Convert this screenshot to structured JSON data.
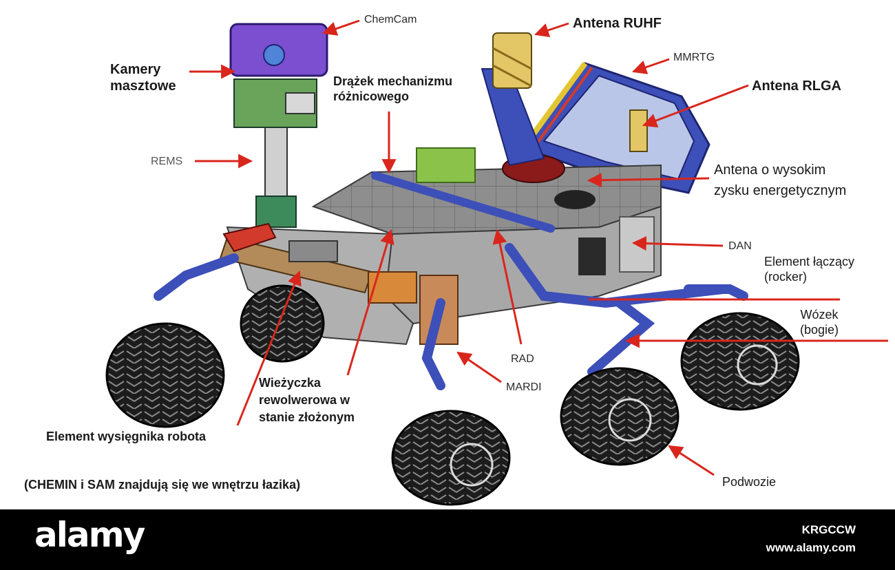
{
  "colors": {
    "arrow": "#d9261c",
    "background": "#ffffff",
    "footer": "#000000",
    "mast_head": "#7b4fd0",
    "structure_blue": "#3d4fb8",
    "body_gray": "#9c9c9c",
    "wheel": "#1c1c1c"
  },
  "labels": {
    "chemcam": "ChemCam",
    "antena_ruhf": "Antena RUHF",
    "kamery_1": "Kamery",
    "kamery_2": "masztowe",
    "mmrtg": "MMRTG",
    "antena_rlga": "Antena RLGA",
    "drazek_1": "Drążek mechanizmu",
    "drazek_2": "różnicowego",
    "rems": "REMS",
    "antena_hg_1": "Antena o wysokim",
    "antena_hg_2": "zysku energetycznym",
    "dan": "DAN",
    "rocker_1": "Element łączący",
    "rocker_2": "(rocker)",
    "bogie_1": "Wózek",
    "bogie_2": "(bogie)",
    "rad": "RAD",
    "mardi": "MARDI",
    "turret_1": "Wieżyczka",
    "turret_2": "rewolwerowa w",
    "turret_3": "stanie złożonym",
    "arm": "Element wysięgnika robota",
    "podwozie": "Podwozie",
    "note": "(CHEMIN i SAM znajdują się we wnętrzu łazika)"
  },
  "watermark": {
    "brand": "alamy",
    "image_id": "KRGCCW",
    "site": "www.alamy.com"
  }
}
